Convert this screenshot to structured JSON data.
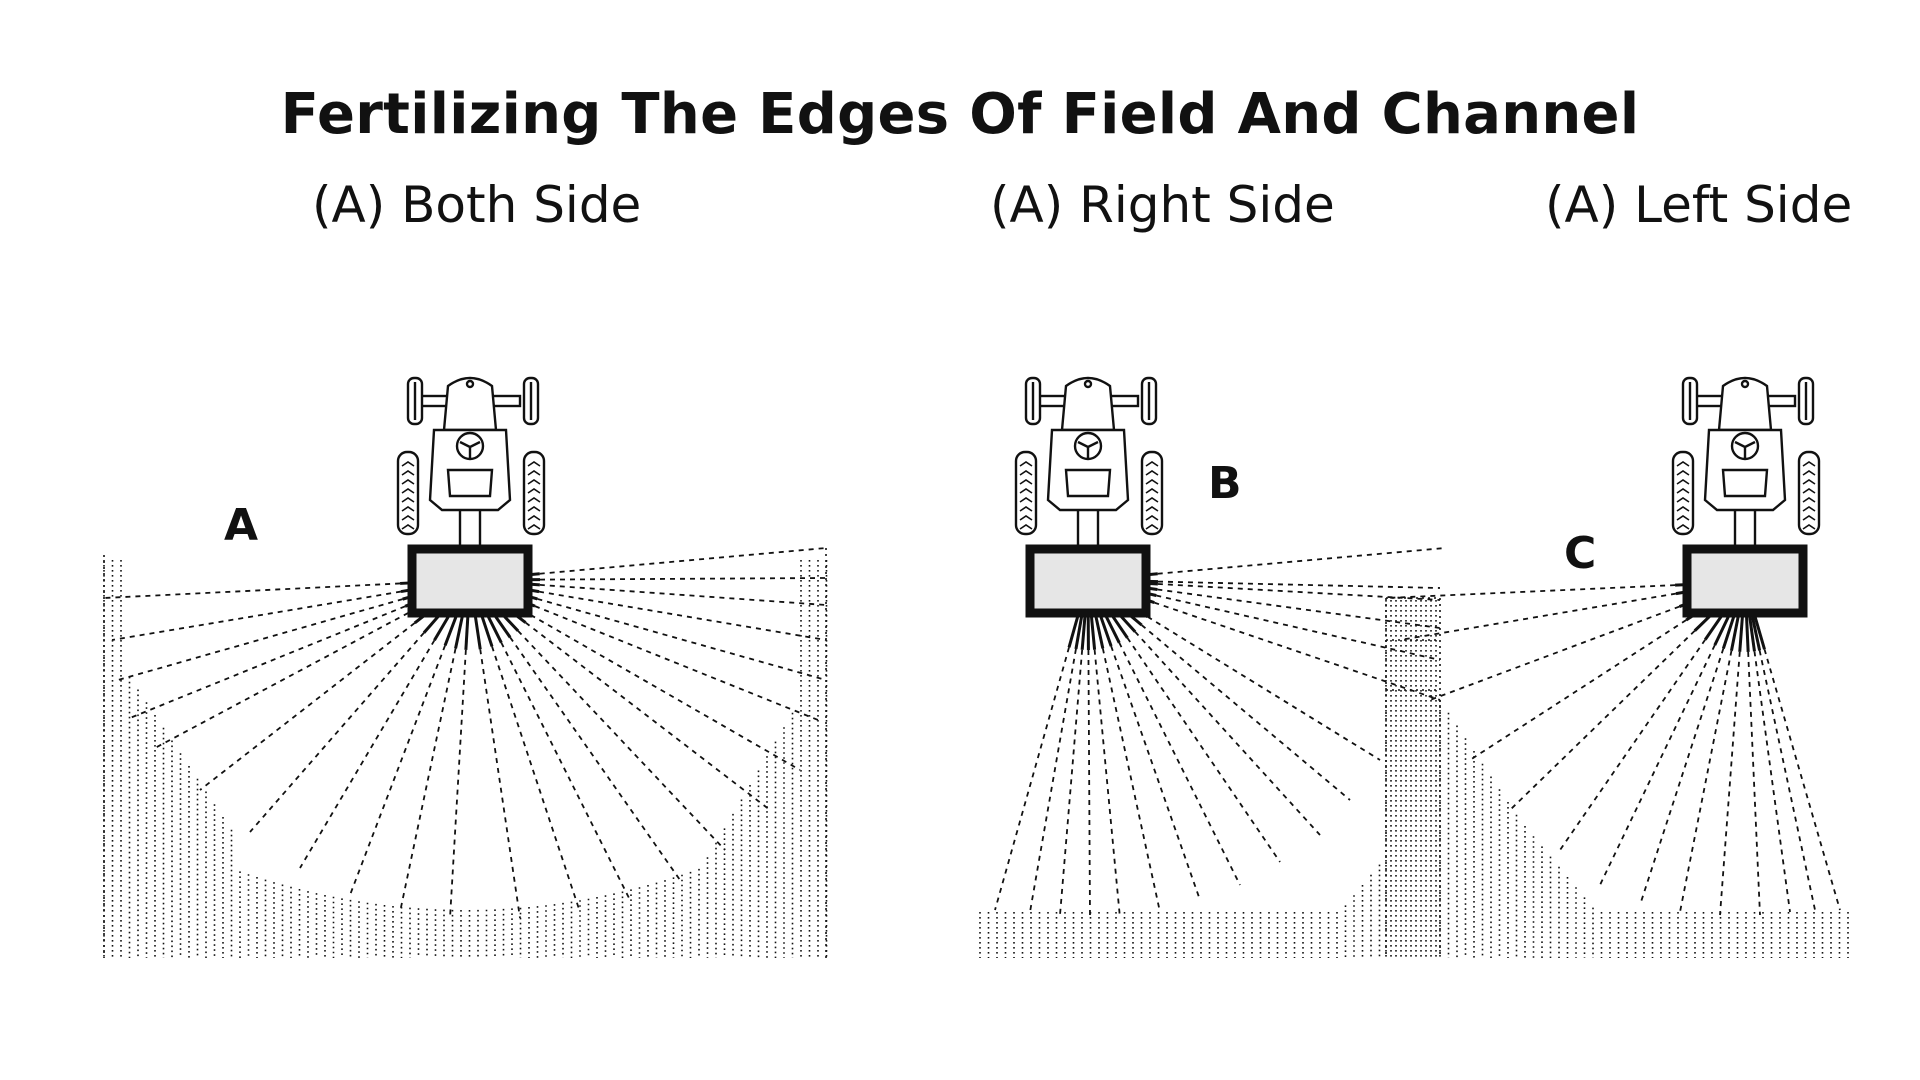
{
  "title": "Fertilizing The Edges Of Field And Channel",
  "panels": [
    {
      "id": "both",
      "subtitle": "(A) Both Side",
      "marker": "A"
    },
    {
      "id": "right",
      "subtitle": "(A) Right Side",
      "marker": "B"
    },
    {
      "id": "left",
      "subtitle": "(A) Left Side",
      "marker": "C"
    }
  ],
  "colors": {
    "ink": "#111111",
    "spreader_fill": "#e6e6e6",
    "background": "#ffffff"
  }
}
